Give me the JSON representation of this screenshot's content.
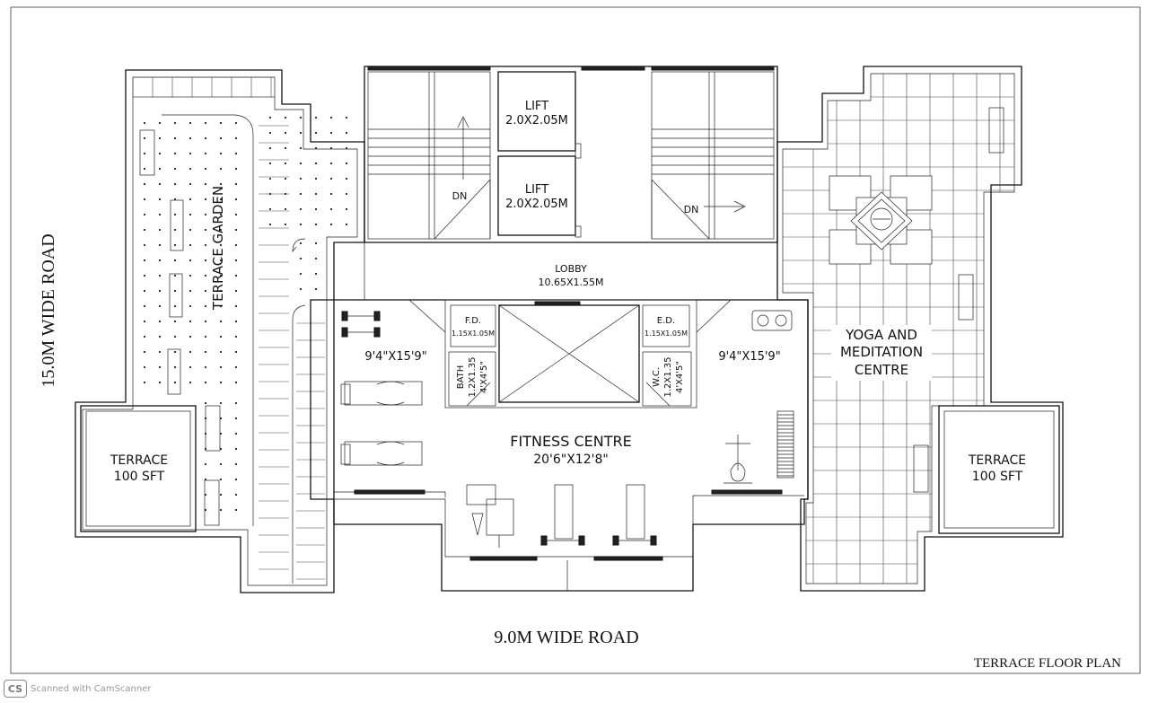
{
  "labels": {
    "road_left": "15.0M WIDE ROAD",
    "road_bottom": "9.0M WIDE ROAD",
    "plan_title": "TERRACE FLOOR PLAN",
    "terrace_garden": "TERRACE GARDEN",
    "terrace_left_1": "TERRACE",
    "terrace_left_2": "100 SFT",
    "terrace_right_1": "TERRACE",
    "terrace_right_2": "100 SFT",
    "lift_1_a": "LIFT",
    "lift_1_b": "2.0X2.05M",
    "lift_2_a": "LIFT",
    "lift_2_b": "2.0X2.05M",
    "dn_left": "DN",
    "dn_right": "DN",
    "lobby_a": "LOBBY",
    "lobby_b": "10.65X1.55M",
    "fd_a": "F.D.",
    "fd_b": "1.15X1.05M",
    "ed_a": "E.D.",
    "ed_b": "1.15X1.05M",
    "bath_a": "BATH",
    "bath_b": "1.2X1.35",
    "bath_c": "4'X4'5\"",
    "wc_a": "W.C.",
    "wc_b": "1.2X1.35",
    "wc_c": "4'X4'5\"",
    "room_left_dim": "9'4\"X15'9\"",
    "room_right_dim": "9'4\"X15'9\"",
    "fitness_a": "FITNESS  CENTRE",
    "fitness_b": "20'6\"X12'8\"",
    "yoga_a": "YOGA  AND",
    "yoga_b": "MEDITATION",
    "yoga_c": "CENTRE"
  },
  "watermark": {
    "logo": "CS",
    "text": "Scanned with CamScanner"
  }
}
